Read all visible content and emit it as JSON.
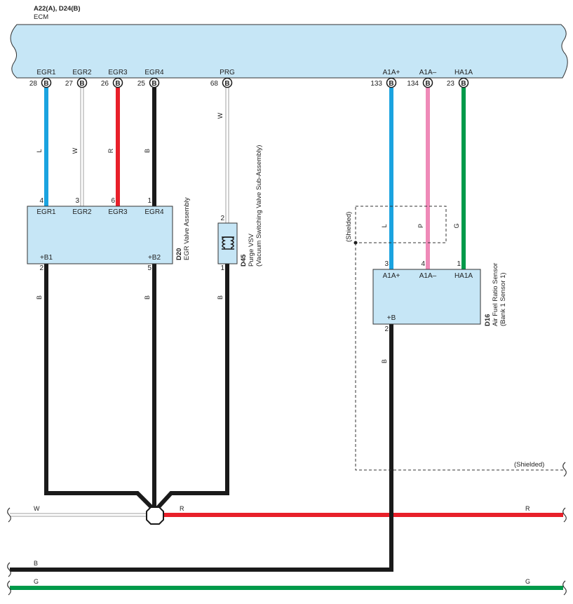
{
  "ecm": {
    "header": "A22(A), D24(B)",
    "name": "ECM",
    "terminals": [
      {
        "label": "EGR1",
        "pin": "28",
        "conn": "B"
      },
      {
        "label": "EGR2",
        "pin": "27",
        "conn": "B"
      },
      {
        "label": "EGR3",
        "pin": "26",
        "conn": "B"
      },
      {
        "label": "EGR4",
        "pin": "25",
        "conn": "B"
      },
      {
        "label": "PRG",
        "pin": "68",
        "conn": "B"
      },
      {
        "label": "A1A+",
        "pin": "133",
        "conn": "B"
      },
      {
        "label": "A1A–",
        "pin": "134",
        "conn": "B"
      },
      {
        "label": "HA1A",
        "pin": "23",
        "conn": "B"
      }
    ]
  },
  "egr_valve": {
    "code": "D20",
    "name": "EGR Valve Assembly",
    "top_pins": [
      {
        "pin": "4",
        "label": "EGR1"
      },
      {
        "pin": "3",
        "label": "EGR2"
      },
      {
        "pin": "6",
        "label": "EGR3"
      },
      {
        "pin": "1",
        "label": "EGR4"
      }
    ],
    "bottom_pins": [
      {
        "pin": "2",
        "label": "+B1"
      },
      {
        "pin": "5",
        "label": "+B2"
      }
    ]
  },
  "purge_vsv": {
    "code": "D45",
    "name": "Purge VSV",
    "subname": "(Vacuum Switching Valve Sub-Assembly)",
    "top_pin": "2",
    "bottom_pin": "1"
  },
  "af_sensor": {
    "code": "D16",
    "name": "Air Fuel Ratio Sensor",
    "subname": "(Bank 1 Sensor 1)",
    "top_pins": [
      {
        "pin": "3",
        "label": "A1A+"
      },
      {
        "pin": "4",
        "label": "A1A–"
      },
      {
        "pin": "1",
        "label": "HA1A"
      }
    ],
    "bottom_pin": {
      "pin": "2",
      "label": "+B"
    }
  },
  "wire_colors": {
    "egr1": "L",
    "egr2": "W",
    "egr3": "R",
    "egr4": "B",
    "prg": "W",
    "a1a_plus": "L",
    "a1a_minus": "P",
    "ha1a": "G",
    "egr_b1": "B",
    "egr_b2": "B",
    "vsv_b": "B",
    "af_b": "B",
    "bus_w": "W",
    "bus_r_left": "R",
    "bus_r_right": "R",
    "bus_b": "B",
    "bus_g_left": "G",
    "bus_g_right": "G"
  },
  "shielded_top": "(Shielded)",
  "shielded_bottom": "(Shielded)",
  "colors": {
    "component_fill": "#c6e6f6",
    "blue": "#1aa3e0",
    "red": "#e8202a",
    "black": "#1a1a1a",
    "pink": "#ef8ab8",
    "green": "#009a4a",
    "white_wire": "#a0a0a0"
  }
}
